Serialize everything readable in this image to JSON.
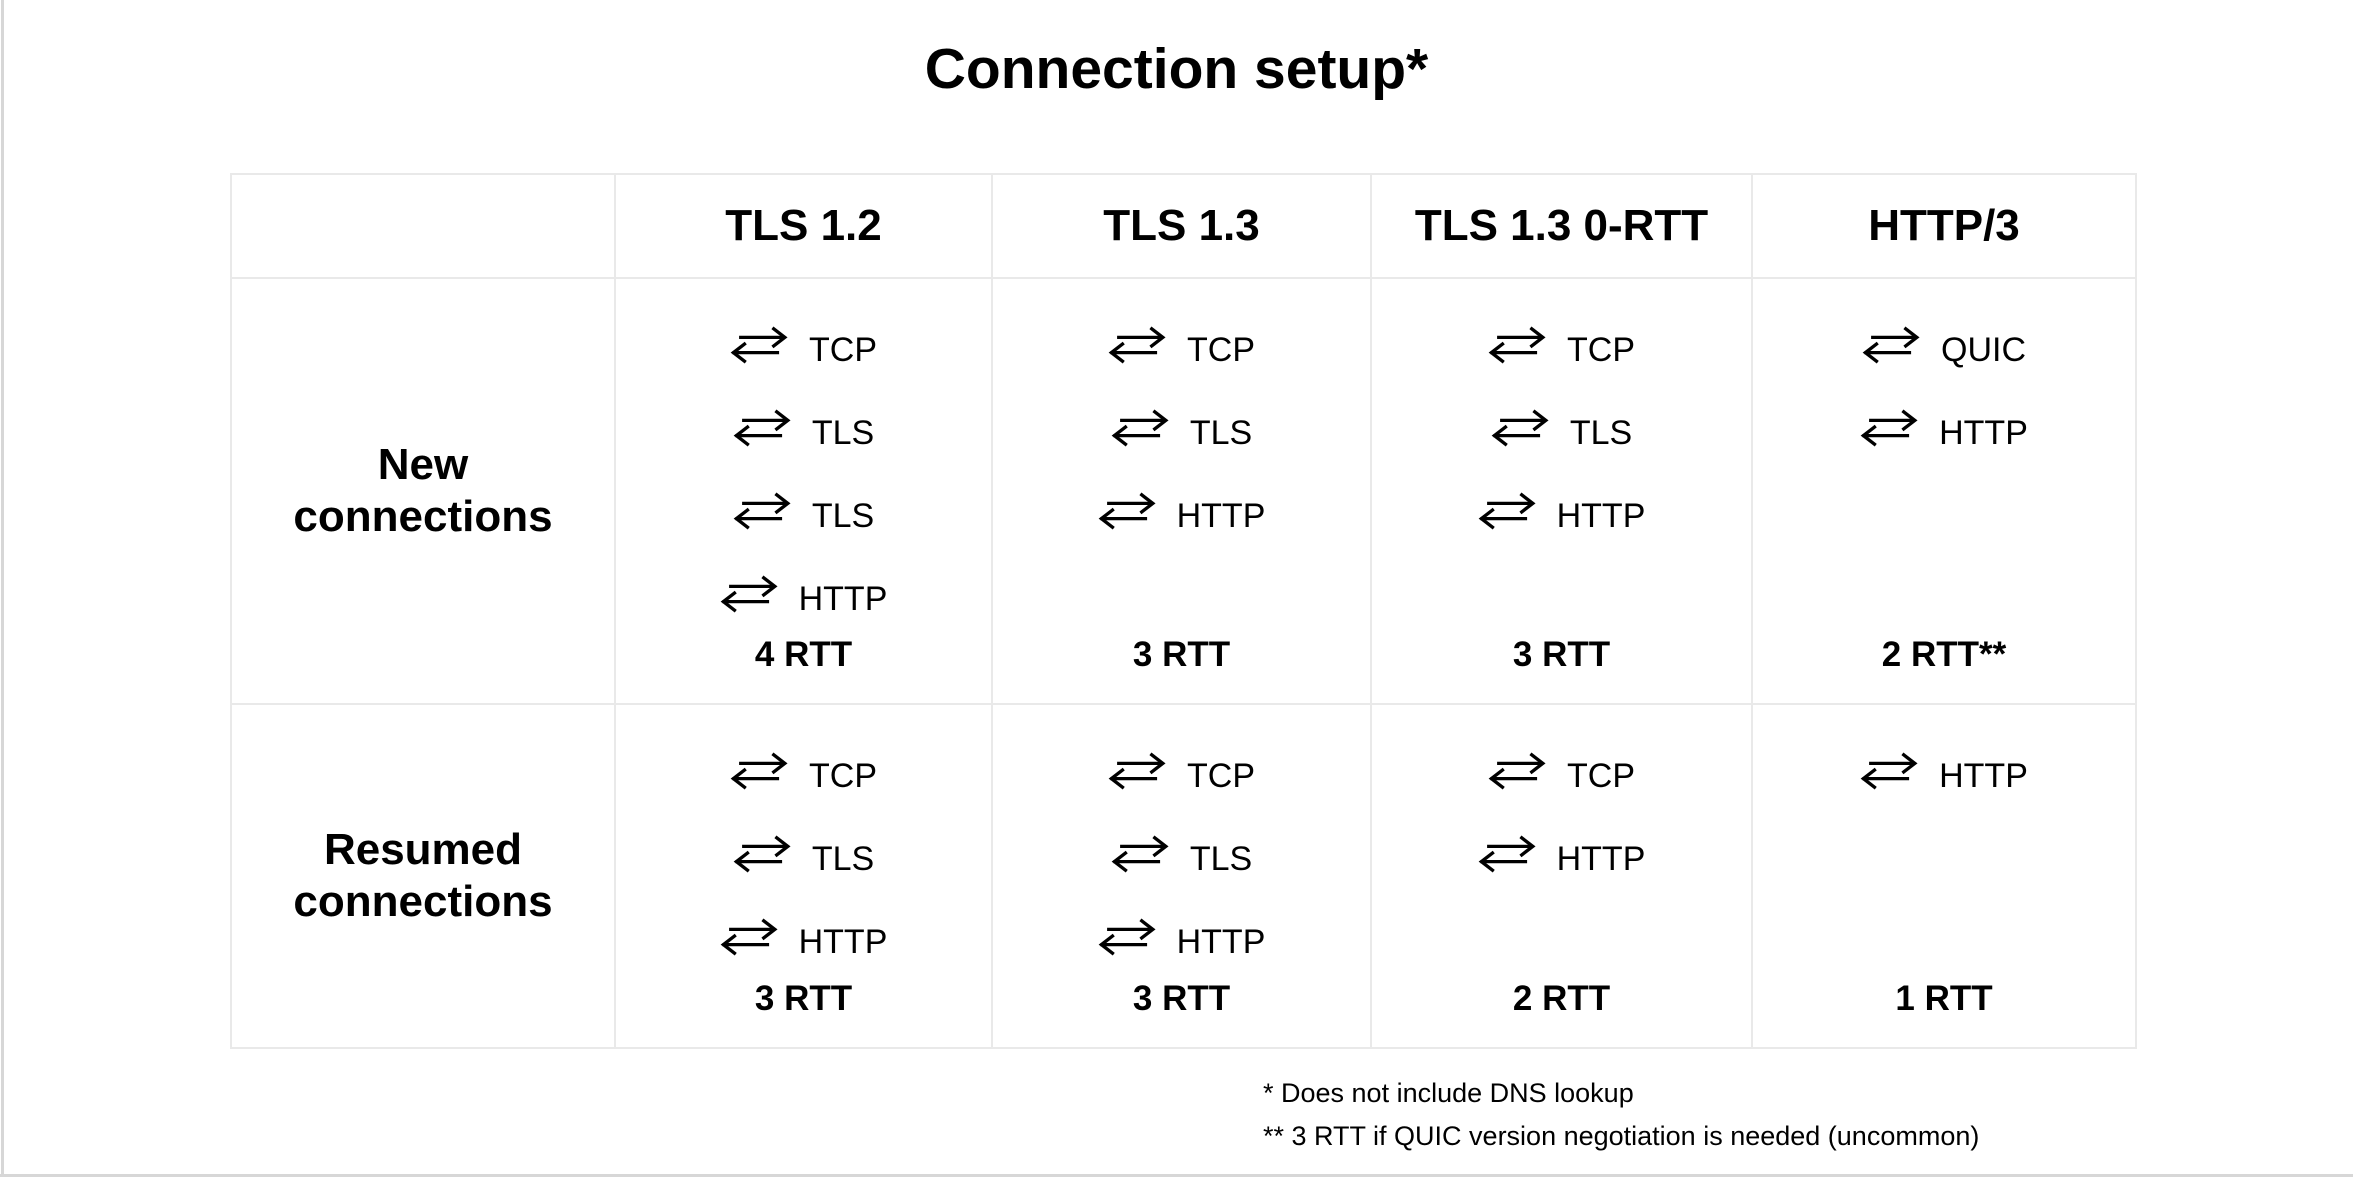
{
  "title": "Connection setup*",
  "table": {
    "column_headers": [
      "",
      "TLS 1.2",
      "TLS 1.3",
      "TLS 1.3 0-RTT",
      "HTTP/3"
    ],
    "rows": [
      {
        "label": "New connections",
        "cells": [
          {
            "steps": [
              "TCP",
              "TLS",
              "TLS",
              "HTTP"
            ],
            "rtt": "4 RTT"
          },
          {
            "steps": [
              "TCP",
              "TLS",
              "HTTP"
            ],
            "rtt": "3 RTT"
          },
          {
            "steps": [
              "TCP",
              "TLS",
              "HTTP"
            ],
            "rtt": "3 RTT"
          },
          {
            "steps": [
              "QUIC",
              "HTTP"
            ],
            "rtt": "2 RTT**"
          }
        ]
      },
      {
        "label": "Resumed connections",
        "cells": [
          {
            "steps": [
              "TCP",
              "TLS",
              "HTTP"
            ],
            "rtt": "3 RTT"
          },
          {
            "steps": [
              "TCP",
              "TLS",
              "HTTP"
            ],
            "rtt": "3 RTT"
          },
          {
            "steps": [
              "TCP",
              "HTTP"
            ],
            "rtt": "2 RTT"
          },
          {
            "steps": [
              "HTTP"
            ],
            "rtt": "1 RTT"
          }
        ]
      }
    ]
  },
  "footnotes": [
    "* Does not include DNS lookup",
    "** 3 RTT if QUIC version negotiation is needed (uncommon)"
  ],
  "icons": {
    "step_icon": "round-trip-arrows-icon"
  },
  "colors": {
    "background": "#ffffff",
    "text": "#000000",
    "table_border": "#e9e9e9",
    "window_edge": "#d7d7d7"
  }
}
